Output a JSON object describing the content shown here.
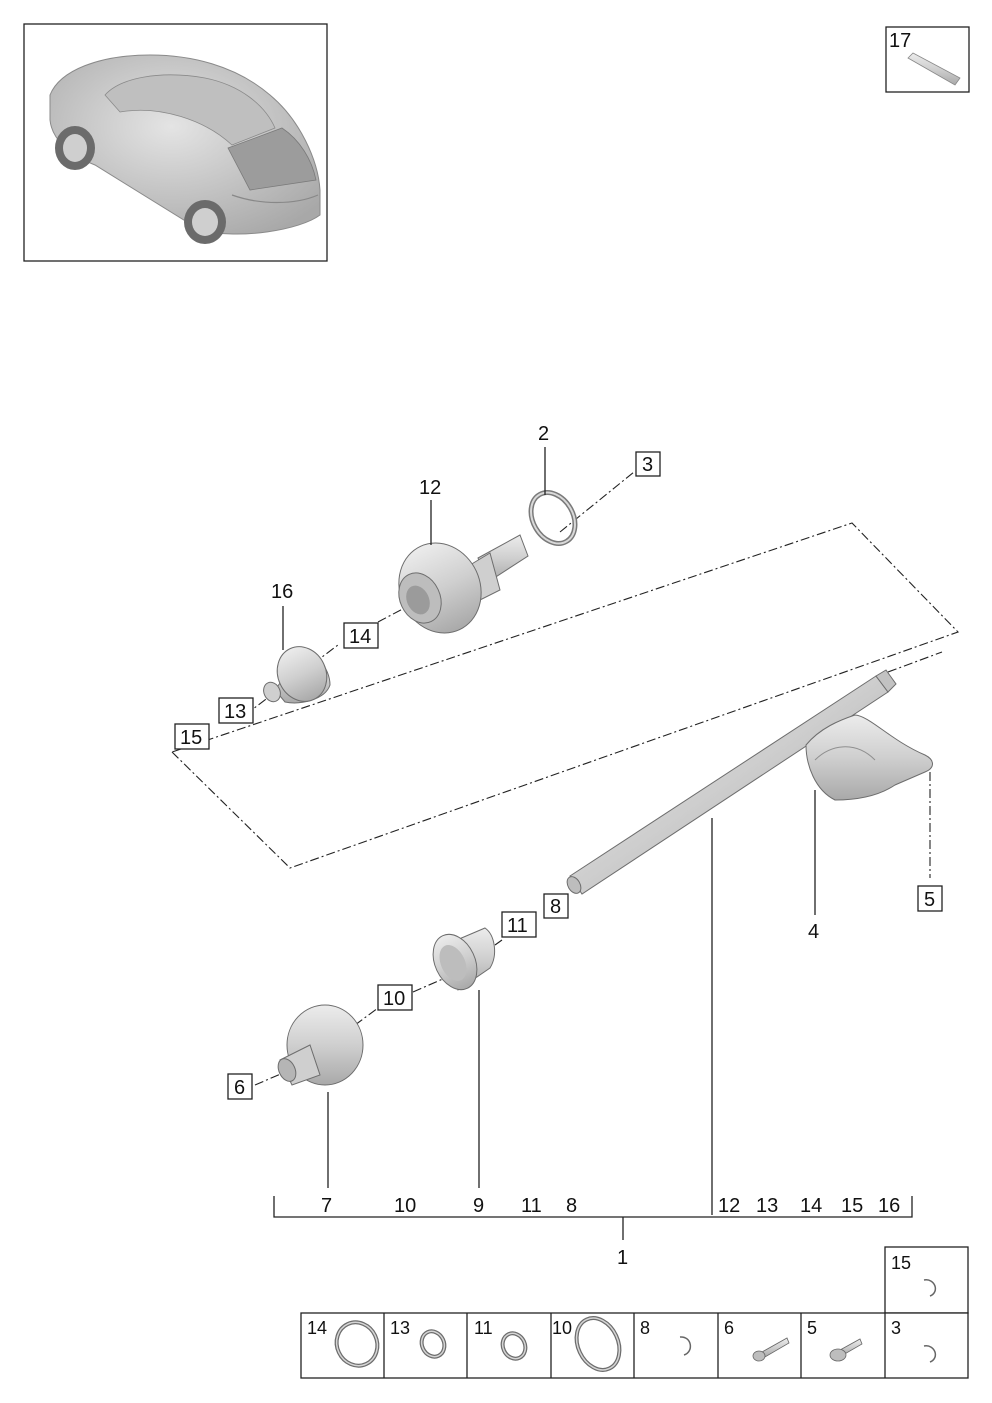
{
  "colors": {
    "part_fill": "#d2d2d2",
    "part_stroke": "#6d6d6d",
    "line": "#222222",
    "background": "#ffffff"
  },
  "callouts": {
    "p1": "1",
    "p2": "2",
    "p3": "3",
    "p4": "4",
    "p5": "5",
    "p6": "6",
    "p7": "7",
    "p8": "8",
    "p9": "9",
    "p10": "10",
    "p11": "11",
    "p12": "12",
    "p13": "13",
    "p14": "14",
    "p15": "15",
    "p16": "16",
    "p17": "17"
  },
  "assembly_bracket": {
    "left": [
      "7",
      "10",
      "9",
      "11",
      "8"
    ],
    "right": [
      "12",
      "13",
      "14",
      "15",
      "16"
    ]
  },
  "parts_table": {
    "top_cell": {
      "number": "15",
      "icon": "small-clip-icon"
    },
    "cells": [
      {
        "number": "14",
        "icon": "large-clamp-icon"
      },
      {
        "number": "13",
        "icon": "small-clamp-icon"
      },
      {
        "number": "11",
        "icon": "small-clamp-icon"
      },
      {
        "number": "10",
        "icon": "large-clamp-icon"
      },
      {
        "number": "8",
        "icon": "circlip-icon"
      },
      {
        "number": "6",
        "icon": "bolt-icon"
      },
      {
        "number": "5",
        "icon": "flange-bolt-icon"
      },
      {
        "number": "3",
        "icon": "circlip-icon"
      }
    ]
  },
  "grease_box": {
    "number": "17",
    "icon": "grease-tube-icon"
  },
  "vehicle_thumbnail": {
    "icon": "suv-vehicle-icon"
  }
}
